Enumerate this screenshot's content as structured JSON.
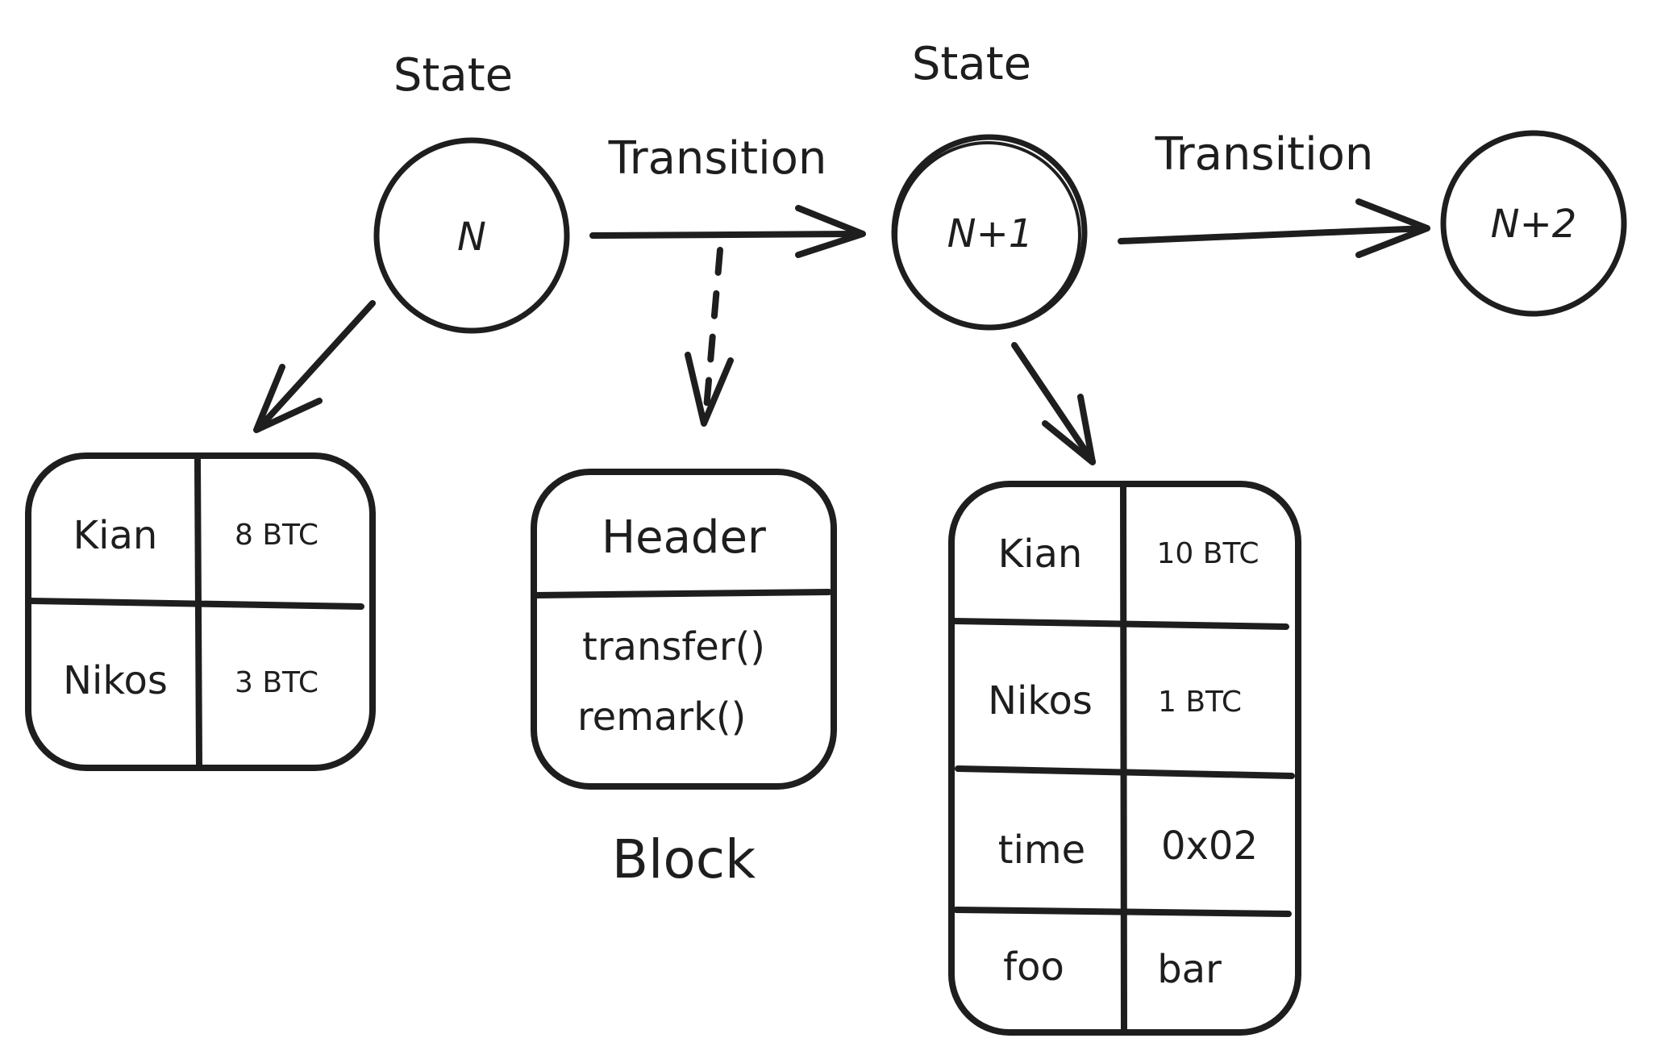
{
  "states": {
    "n": {
      "caption": "State",
      "label": "N"
    },
    "n1": {
      "caption": "State",
      "label": "N+1"
    },
    "n2": {
      "label": "N+2"
    }
  },
  "transitions": {
    "first": {
      "label": "Transition"
    },
    "second": {
      "label": "Transition"
    }
  },
  "state_n_table": {
    "rows": [
      {
        "key": "Kian",
        "value": "8 BTC"
      },
      {
        "key": "Nikos",
        "value": "3 BTC"
      }
    ]
  },
  "block": {
    "header": "Header",
    "calls": [
      "transfer()",
      "remark()"
    ],
    "caption": "Block"
  },
  "state_n1_table": {
    "rows": [
      {
        "key": "Kian",
        "value": "10 BTC"
      },
      {
        "key": "Nikos",
        "value": "1 BTC"
      },
      {
        "key": "time",
        "value": "0x02"
      },
      {
        "key": "foo",
        "value": "bar"
      }
    ]
  },
  "colors": {
    "ink": "#1e1e1e",
    "background": "#ffffff"
  },
  "icons": {
    "arrowhead": "open-arrowhead-icon"
  }
}
